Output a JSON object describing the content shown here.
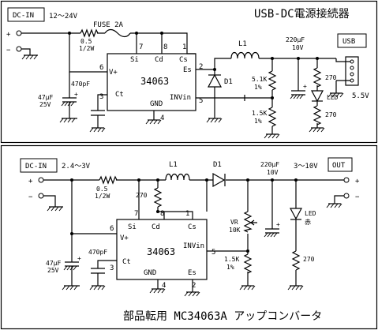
{
  "top": {
    "title": "USB-DC電源接続器",
    "dcin": "DC-IN",
    "vin": "12〜24V",
    "plus": "+",
    "minus": "−",
    "fuse": "FUSE 2A",
    "r_in": "0.5",
    "r_in_w": "1/2W",
    "ic": "34063",
    "pins": {
      "si": "Si",
      "cd": "Cd",
      "cs": "Cs",
      "es": "Es",
      "vp": "V+",
      "ct": "Ct",
      "gnd": "GND",
      "inv": "INVin"
    },
    "pin_nums": {
      "p7": "7",
      "p8": "8",
      "p1": "1",
      "p2": "2",
      "p6": "6",
      "p3": "3",
      "p4": "4",
      "p5": "5"
    },
    "c_in": "47μF",
    "c_in_v": "25V",
    "c_t": "470pF",
    "inductor": "L1",
    "diode": "D1",
    "r1": "5.1K",
    "r1_tol": "1%",
    "r2": "1.5K",
    "r2_tol": "1%",
    "c_out": "220μF",
    "c_out_v": "10V",
    "r_led1": "270",
    "led": "LED",
    "r_led2": "270",
    "usb": "USB",
    "vout": "5.5V"
  },
  "bottom": {
    "dcin": "DC-IN",
    "vin": "2.4〜3V",
    "plus": "+",
    "minus": "−",
    "r_in": "0.5",
    "r_in_w": "1/2W",
    "r_cs": "270",
    "inductor": "L1",
    "diode": "D1",
    "ic": "34063",
    "pins": {
      "si": "Si",
      "cd": "Cd",
      "cs": "Cs",
      "vp": "V+",
      "ct": "Ct",
      "gnd": "GND",
      "es": "Es",
      "inv": "INVin"
    },
    "pin_nums": {
      "p7": "7",
      "p8": "8",
      "p1": "1",
      "p6": "6",
      "p3": "3",
      "p4": "4",
      "p2": "2",
      "p5": "5"
    },
    "c_in": "47μF",
    "c_in_v": "25V",
    "c_t": "470pF",
    "vr": "VR",
    "vr_val": "10K",
    "r_fb": "1.5K",
    "r_fb_tol": "1%",
    "c_out": "220μF",
    "c_out_v": "10V",
    "vout": "3〜10V",
    "out": "OUT",
    "led": "LED",
    "led_color": "赤",
    "led_color_hex": "#c00000",
    "r_led": "270"
  },
  "caption": "部品転用 MC34063A アップコンバータ"
}
